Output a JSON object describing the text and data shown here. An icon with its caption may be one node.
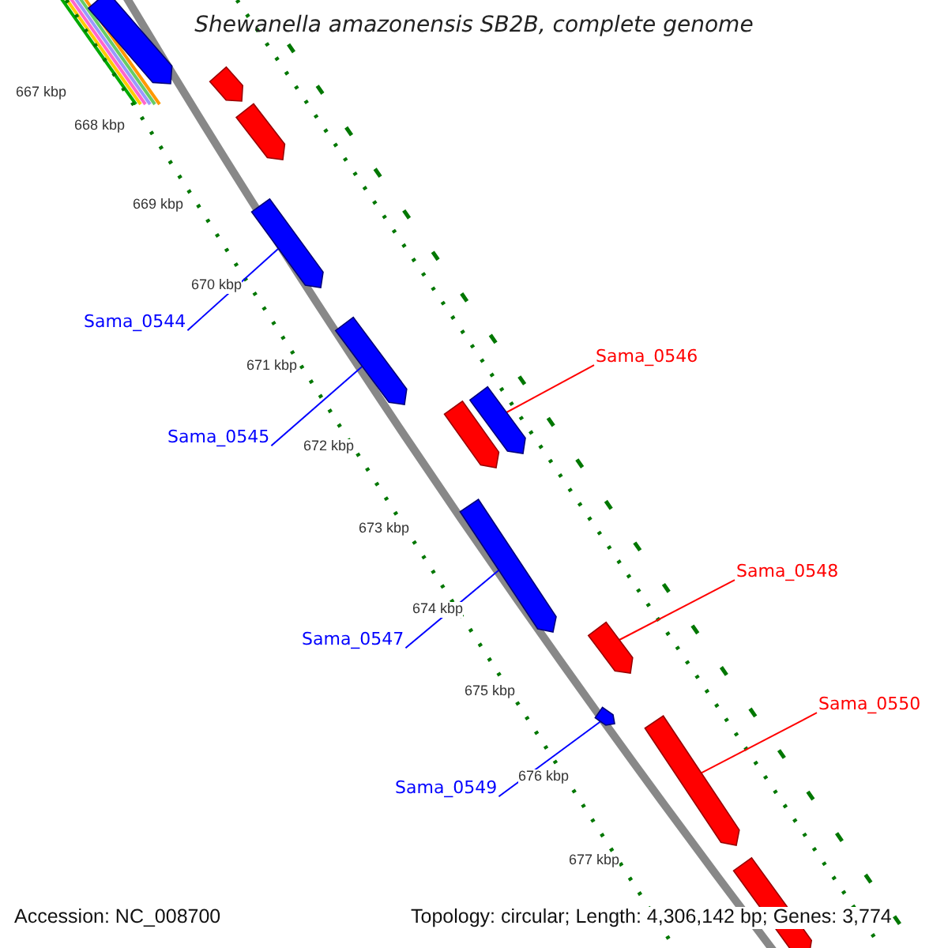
{
  "diagram": {
    "title": "Shewanella amazonensis SB2B, complete genome",
    "nodes": [
      {
        "text": [
          "Sama_0544"
        ]
      },
      {
        "text": [],
        "shape": "arrow"
      },
      {
        "text": [
          "Sama_0545"
        ]
      },
      {
        "text": [],
        "shape": "arrow"
      },
      {
        "text": [
          "Sama_0546"
        ]
      },
      {
        "text": [],
        "shape": "arrow"
      },
      {
        "text": [
          "Sama_0547"
        ]
      },
      {
        "text": [],
        "shape": "arrow"
      },
      {
        "text": [
          "Sama_0548"
        ]
      },
      {
        "text": [],
        "shape": "arrow"
      },
      {
        "text": [
          "Sama_0549"
        ]
      },
      {
        "text": [],
        "shape": "arrow"
      },
      {
        "text": [
          "Sama_0550"
        ]
      },
      {
        "text": [],
        "shape": "arrow"
      },
      {
        "text": [],
        "shape": "arrow"
      },
      {
        "text": [],
        "shape": "arrow"
      },
      {
        "text": [],
        "shape": "arrow"
      },
      {
        "text": [],
        "shape": "arrow"
      },
      {
        "text": [],
        "shape": "arrow"
      }
    ],
    "edges": [
      {
        "from": 0,
        "to": 1,
        "arrow": "none"
      },
      {
        "from": 2,
        "to": 3,
        "arrow": "none"
      },
      {
        "from": 4,
        "to": 5,
        "arrow": "none",
        "color": "#ff0000"
      },
      {
        "from": 6,
        "to": 7,
        "arrow": "none"
      },
      {
        "from": 8,
        "to": 9,
        "arrow": "none",
        "color": "#ff0000"
      },
      {
        "from": 10,
        "to": 11,
        "arrow": "none"
      },
      {
        "from": 12,
        "to": 13,
        "arrow": "none",
        "color": "#ff0000"
      }
    ],
    "labels": [
      "667 kbp",
      "668 kbp",
      "669 kbp",
      "670 kbp",
      "671 kbp",
      "672 kbp",
      "673 kbp",
      "674 kbp",
      "675 kbp",
      "676 kbp",
      "677 kbp",
      "Accession: NC_008700",
      "Topology: circular; Length: 4,306,142 bp; Genes: 3,774"
    ]
  }
}
